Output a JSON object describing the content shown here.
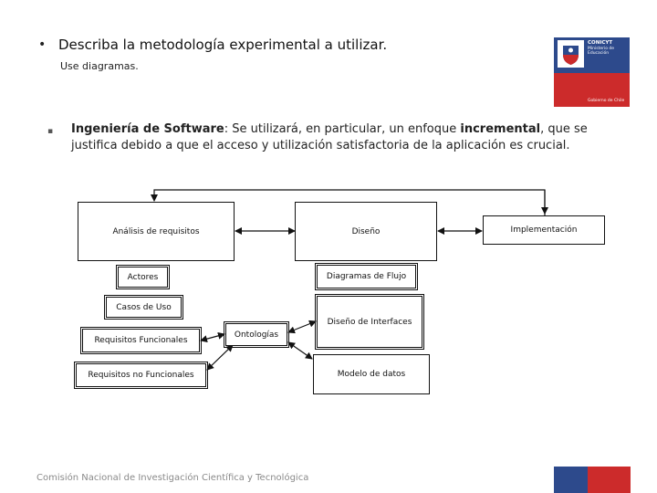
{
  "slide": {
    "heading": "Describa la metodología experimental a utilizar.",
    "subheading": "Use diagramas.",
    "paragraph": {
      "term": "Ingeniería de Software",
      "text_a": ": Se utilizará, en particular, un enfoque ",
      "emph": "incremental",
      "text_b": ", que se justifica debido a que el acceso y utilización satisfactoria de la aplicación es crucial."
    }
  },
  "logo": {
    "org": "CONICYT",
    "ministry": "Ministerio de Educación",
    "government": "Gobierno de Chile"
  },
  "diagram": {
    "analisis": "Análisis de requisitos",
    "diseno": "Diseño",
    "implementacion": "Implementación",
    "actores": "Actores",
    "casos": "Casos de Uso",
    "funcionales": "Requisitos Funcionales",
    "no_funcionales": "Requisitos no Funcionales",
    "ontologias": "Ontologías",
    "flujo": "Diagramas de Flujo",
    "interfaces": "Diseño de Interfaces",
    "datos": "Modelo de datos"
  },
  "footer": {
    "text": "Comisión Nacional de Investigación Científica y Tecnológica"
  },
  "colors": {
    "blue": "#2d4a8c",
    "red": "#cc2b2b"
  }
}
